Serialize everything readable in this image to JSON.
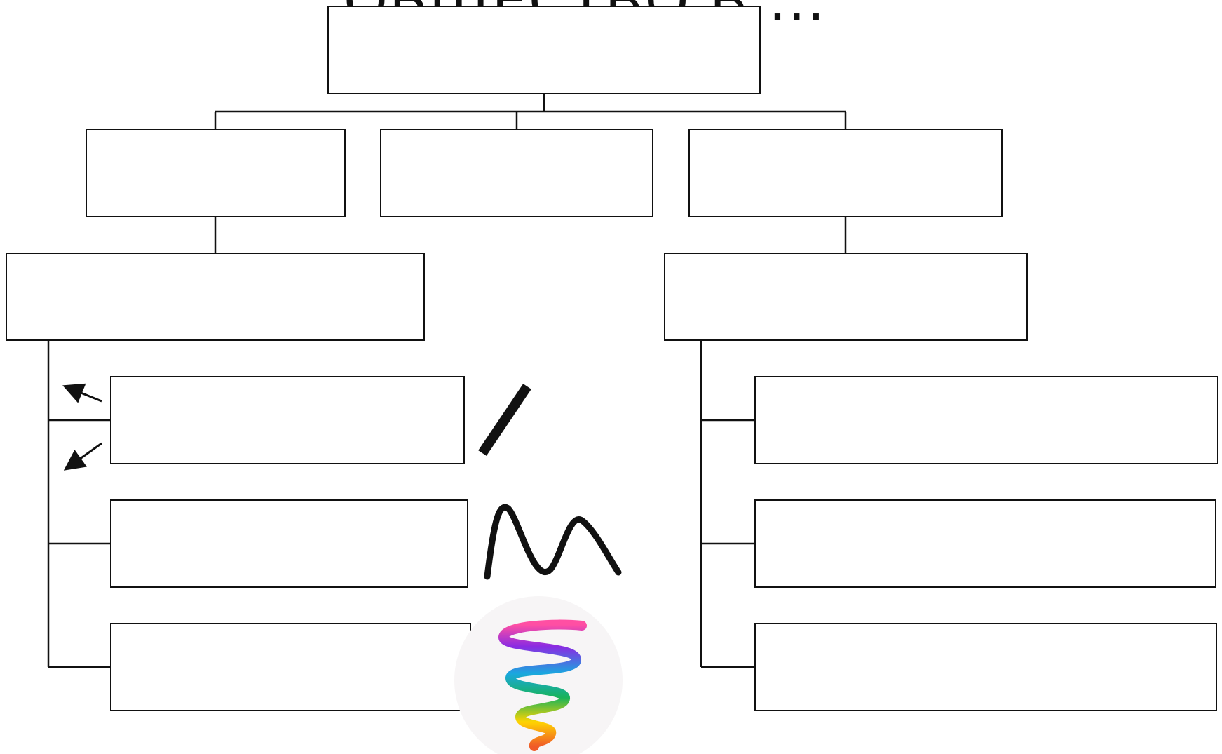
{
  "header": {
    "title_fragment": "ОБЩЕСТВО В ..."
  },
  "colors": {
    "line": "#111111",
    "box_fill": "#ffffff",
    "spiral": [
      "#ff4fa3",
      "#8a2be2",
      "#1aa7e0",
      "#19b35a",
      "#ffd400",
      "#f05a28"
    ]
  },
  "diagram": {
    "boxes": [
      {
        "id": "root",
        "label": ""
      },
      {
        "id": "level1-left",
        "label": ""
      },
      {
        "id": "level1-middle",
        "label": ""
      },
      {
        "id": "level1-right",
        "label": ""
      },
      {
        "id": "level2-left",
        "label": ""
      },
      {
        "id": "level2-right",
        "label": ""
      },
      {
        "id": "left-child-1",
        "label": ""
      },
      {
        "id": "left-child-2",
        "label": ""
      },
      {
        "id": "left-child-3",
        "label": ""
      },
      {
        "id": "right-child-1",
        "label": ""
      },
      {
        "id": "right-child-2",
        "label": ""
      },
      {
        "id": "right-child-3",
        "label": ""
      }
    ],
    "icons": [
      "arrows-icon",
      "straight-line-icon",
      "wave-line-icon",
      "spiral-icon"
    ]
  }
}
